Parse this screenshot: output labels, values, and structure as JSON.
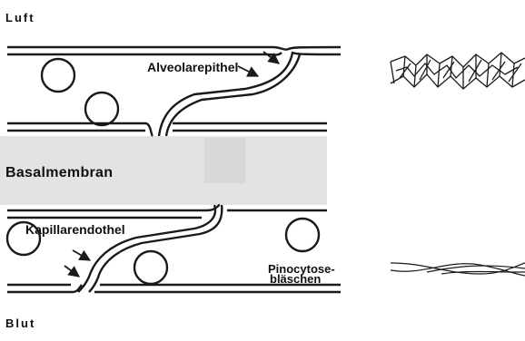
{
  "labels": {
    "top": "Luft",
    "bottom": "Blut",
    "alveolar": "Alveolarepithel",
    "basal": "Basalmembran",
    "capillary": "Kapillarendothel",
    "pinocytose_line1": "Pinocytose-",
    "pinocytose_line2": "bläschen"
  },
  "colors": {
    "line": "#1a1a1a",
    "membrane_fill": "#e3e3e3"
  }
}
